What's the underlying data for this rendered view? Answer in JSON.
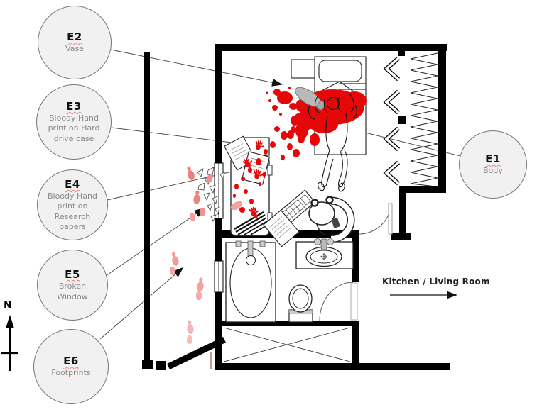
{
  "evidence": {
    "e1": {
      "code": "E1",
      "label": "Body"
    },
    "e2": {
      "code": "E2",
      "label": "Vase"
    },
    "e3": {
      "code": "E3",
      "label": "Bloody Hand print on Hard drive case"
    },
    "e4": {
      "code": "E4",
      "label": "Bloody Hand print on Research papers"
    },
    "e5": {
      "code": "E5",
      "label": "Broken Window"
    },
    "e6": {
      "code": "E6",
      "label": "Footprints"
    }
  },
  "compass": {
    "label": "N"
  },
  "kitchen": {
    "label": "Kitchen / Living Room"
  },
  "colors": {
    "blood": "#e60808",
    "faded_footprint": "#f2a0a0",
    "wall": "#000000",
    "marker_fill": "#f1f1f1",
    "vase_gray": "#b9b9b9"
  }
}
